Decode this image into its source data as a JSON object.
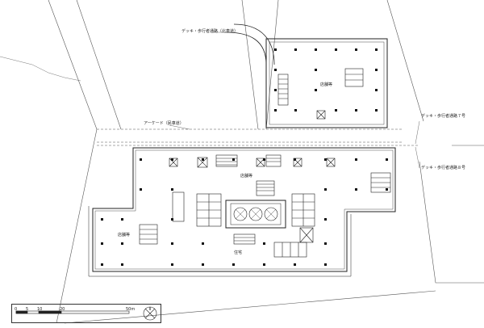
{
  "annotations": {
    "deck_top": "デッキ・歩行者通路（北車道）",
    "shop_north": "店舗等",
    "arcade": "アーケード（民車道）",
    "deck_right_1": "デッキ・歩行者通路７号",
    "deck_right_2": "デッキ・歩行者通路８号",
    "shop_main": "店舗等",
    "shop_left": "店舗等",
    "housing": "住宅"
  },
  "scale_bar": {
    "ticks": [
      "0",
      "5",
      "10",
      "20",
      "50m"
    ]
  },
  "compass": {
    "icon": "north-arrow-icon"
  }
}
